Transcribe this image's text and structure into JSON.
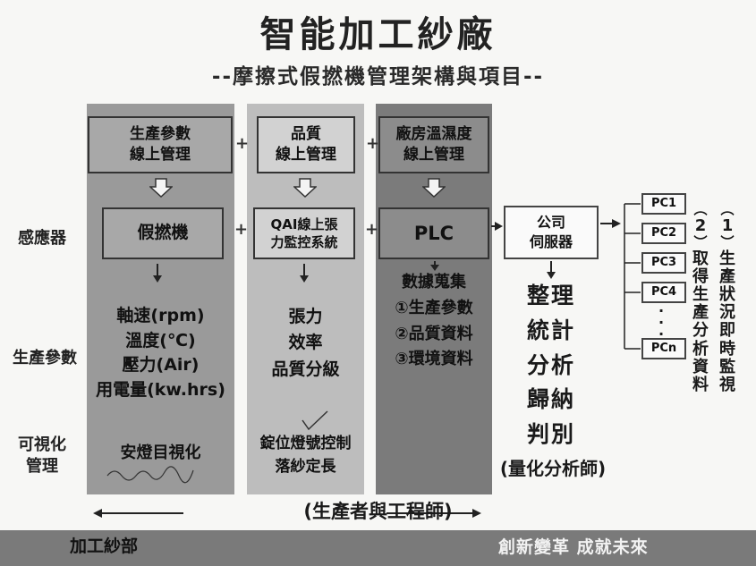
{
  "title": "智能加工紗廠",
  "subtitle": "--摩擦式假撚機管理架構與項目--",
  "row_labels": {
    "sensor": "感應器",
    "production_params": "生產參數",
    "visual_mgmt_line1": "可視化",
    "visual_mgmt_line2": "管理"
  },
  "top_boxes": [
    {
      "line1": "生產參數",
      "line2": "線上管理"
    },
    {
      "line1": "品質",
      "line2": "線上管理"
    },
    {
      "line1": "廠房溫濕度",
      "line2": "線上管理"
    }
  ],
  "plus_sign": "+",
  "mid_boxes": [
    {
      "line1": "假撚機",
      "line2": ""
    },
    {
      "line1": "QAI線上張",
      "line2": "力監控系統"
    },
    {
      "line1": "PLC",
      "line2": ""
    }
  ],
  "server": {
    "line1": "公司",
    "line2": "伺服器"
  },
  "column1_params": [
    "軸速(rpm)",
    "溫度(℃)",
    "壓力(Air)",
    "用電量(kw.hrs)"
  ],
  "column2_params": [
    "張力",
    "效率",
    "品質分級"
  ],
  "column3_title": "數據蒐集",
  "column3_items": [
    "①生產參數",
    "②品質資料",
    "③環境資料"
  ],
  "column1_visual": "安燈目視化",
  "column2_visual": [
    "錠位燈號控制",
    "落紗定長"
  ],
  "analysis_steps": [
    "整理",
    "統計",
    "分析",
    "歸納",
    "判別"
  ],
  "analyst": "(量化分析師)",
  "pcs": [
    "PC1",
    "PC2",
    "PC3",
    "PC4",
    "PCn"
  ],
  "pc_dots": "·",
  "vertical_notes": [
    {
      "num": "1",
      "text": "生產狀況即時監視"
    },
    {
      "num": "2",
      "text": "取得生產分析資料"
    }
  ],
  "role_label": "(生產者與工程師)",
  "footer": {
    "left": "加工紗部",
    "right": "創新變革  成就未來"
  },
  "colors": {
    "col1": "#9a9a9a",
    "col2": "#bdbdbd",
    "col3": "#7b7b7b",
    "footer": "#7a7a7a"
  }
}
